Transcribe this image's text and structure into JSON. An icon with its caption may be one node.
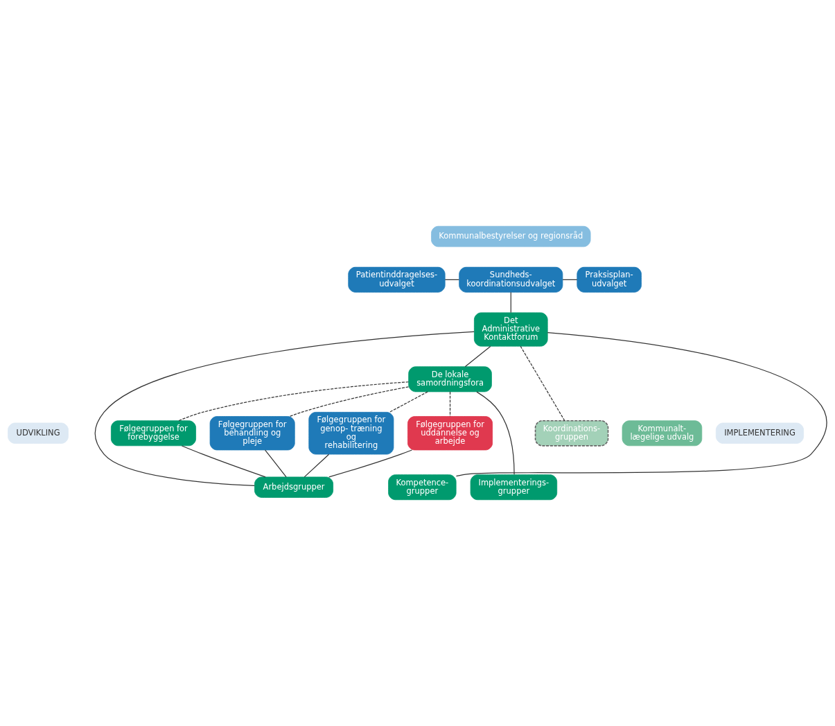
{
  "diagram": {
    "nodes": [
      {
        "text": [
          "Kommunalbestyrelser og regionsråd"
        ]
      },
      {
        "text": [
          "Patientinddragelses- udvalget"
        ]
      },
      {
        "text": [
          "Sundheds- koordinationsudvalget"
        ]
      },
      {
        "text": [
          "Praksisplan- udvalget"
        ]
      },
      {
        "text": [
          "Det Administrative Kontaktforum"
        ]
      },
      {
        "text": [
          "UDVIKLING"
        ]
      },
      {
        "text": [
          "De lokale samordningsfora"
        ]
      },
      {
        "text": [
          "Følgegruppen for forebyggelse"
        ]
      },
      {
        "text": [
          "Følgegruppen for behandling og pleje"
        ]
      },
      {
        "text": [
          "Følgegruppen for genop- træning og rehabilitering"
        ]
      },
      {
        "text": [
          "Følgegruppen for uddannelse og arbejde"
        ]
      },
      {
        "text": [
          "Koordinations- gruppen"
        ]
      },
      {
        "text": [
          "Kommunalt- lægelige udvalg"
        ]
      },
      {
        "text": [
          "Kompetence- grupper"
        ]
      },
      {
        "text": [
          "Arbejdsgrupper"
        ]
      },
      {
        "text": [
          "Implementerings- grupper"
        ]
      },
      {
        "text": [
          "IMPLEMENTERING"
        ]
      }
    ],
    "edges": [
      {
        "from": 1,
        "to": 2,
        "arrow": "none"
      },
      {
        "from": 2,
        "to": 3,
        "arrow": "none"
      },
      {
        "from": 2,
        "to": 4,
        "arrow": "none"
      },
      {
        "from": 4,
        "to": 14,
        "arrow": "none"
      },
      {
        "from": 4,
        "to": 13,
        "arrow": "none"
      },
      {
        "from": 4,
        "to": 6,
        "arrow": "none"
      },
      {
        "from": 4,
        "to": 11,
        "arrow": "none",
        "style": "dashed"
      },
      {
        "from": 6,
        "to": 7,
        "arrow": "none",
        "style": "dashed"
      },
      {
        "from": 6,
        "to": 8,
        "arrow": "none",
        "style": "dashed"
      },
      {
        "from": 6,
        "to": 9,
        "arrow": "none",
        "style": "dashed"
      },
      {
        "from": 6,
        "to": 10,
        "arrow": "none",
        "style": "dashed"
      },
      {
        "from": 6,
        "to": 15,
        "arrow": "none"
      },
      {
        "from": 7,
        "to": 14,
        "arrow": "none"
      },
      {
        "from": 8,
        "to": 14,
        "arrow": "none"
      },
      {
        "from": 9,
        "to": 14,
        "arrow": "none"
      },
      {
        "from": 10,
        "to": 14,
        "arrow": "none"
      }
    ]
  }
}
